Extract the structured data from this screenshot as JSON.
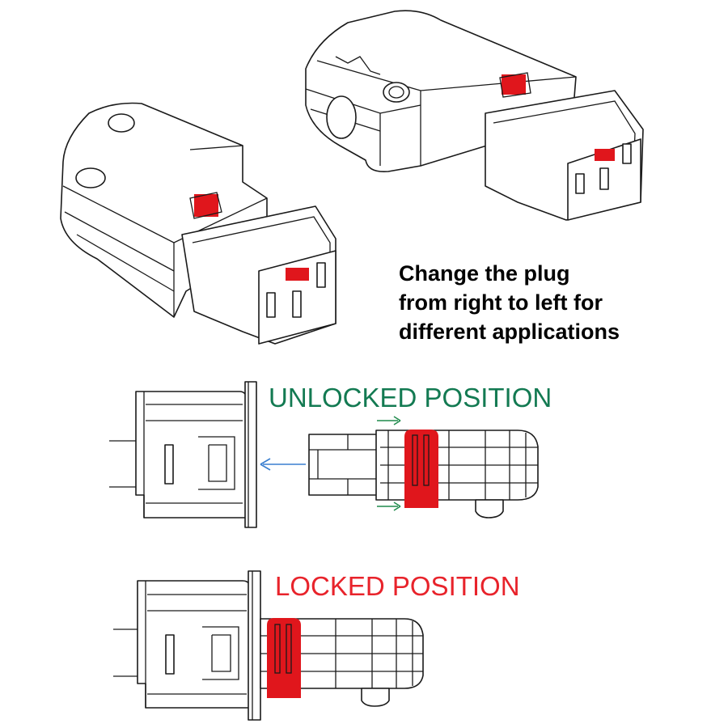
{
  "caption": {
    "lines": [
      "Change the plug",
      "from right to left for",
      "different applications"
    ]
  },
  "unlocked": {
    "label": "UNLOCKED POSITION"
  },
  "locked": {
    "label": "LOCKED POSITION"
  },
  "colors": {
    "lock": "#e0161c",
    "unlocked_text": "#137a52",
    "locked_text": "#e8232b",
    "arrow_insert": "#3a7fd0",
    "arrow_slide": "#1f8a4c",
    "outline": "#1a1a1a"
  }
}
